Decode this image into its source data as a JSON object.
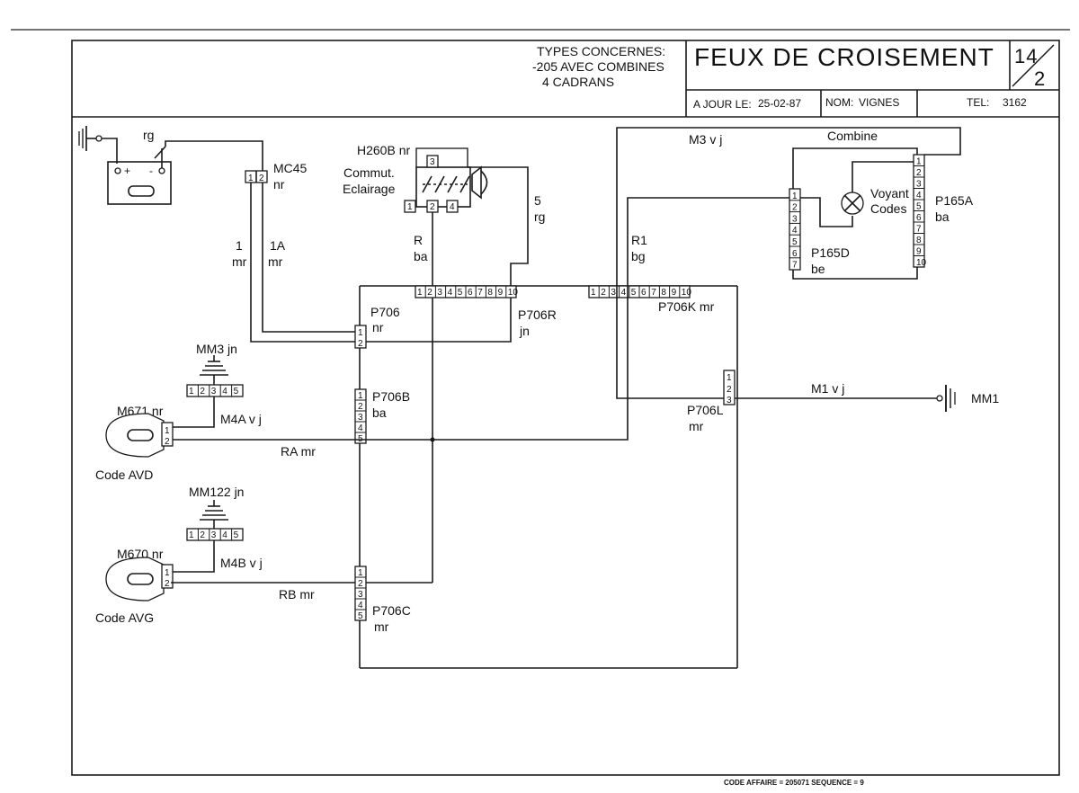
{
  "title_block": {
    "types_line1": "TYPES CONCERNES:",
    "types_line2": "-205 AVEC COMBINES",
    "types_line3": "4 CADRANS",
    "title": "FEUX DE CROISEMENT",
    "sheet_top": "14",
    "sheet_bottom": "2",
    "date_label": "A JOUR LE:",
    "date": "25-02-87",
    "name_label": "NOM:",
    "name": "VIGNES",
    "tel_label": "TEL:",
    "tel": "3162"
  },
  "footer": "CODE AFFAIRE = 205071 SEQUENCE = 9",
  "labels": {
    "battery_wire": "rg",
    "mc45": "MC45",
    "mc45_color": "nr",
    "h260b": "H260B nr",
    "commut1": "Commut.",
    "commut2": "Eclairage",
    "w1_num": "1",
    "w1_col": "mr",
    "w1a_num": "1A",
    "w1a_col": "mr",
    "r_num": "R",
    "r_col": "ba",
    "w5_num": "5",
    "w5_col": "rg",
    "r1_num": "R1",
    "r1_col": "bg",
    "m3vj": "M3 v j",
    "combine": "Combine",
    "voyant1": "Voyant",
    "voyant2": "Codes",
    "p165a": "P165A",
    "p165a_col": "ba",
    "p165d": "P165D",
    "p165d_col": "be",
    "p706": "P706",
    "p706_col": "nr",
    "p706r": "P706R",
    "p706r_col": "jn",
    "p706k": "P706K mr",
    "mm3": "MM3  jn",
    "p706b": "P706B",
    "p706b_col": "ba",
    "m671": "M671 nr",
    "m4a": "M4A  v j",
    "code_avd": "Code AVD",
    "ra": "RA  mr",
    "p706l": "P706L",
    "p706l_col": "mr",
    "m1vj": "M1  v j",
    "mm1": "MM1",
    "mm122": "MM122 jn",
    "m670": "M670 nr",
    "m4b": "M4B  v j",
    "code_avg": "Code AVG",
    "rb": "RB  mr",
    "p706c": "P706C",
    "p706c_col": "mr"
  },
  "pins": [
    "1",
    "2",
    "3",
    "4",
    "5",
    "6",
    "7",
    "8",
    "9",
    "10"
  ]
}
